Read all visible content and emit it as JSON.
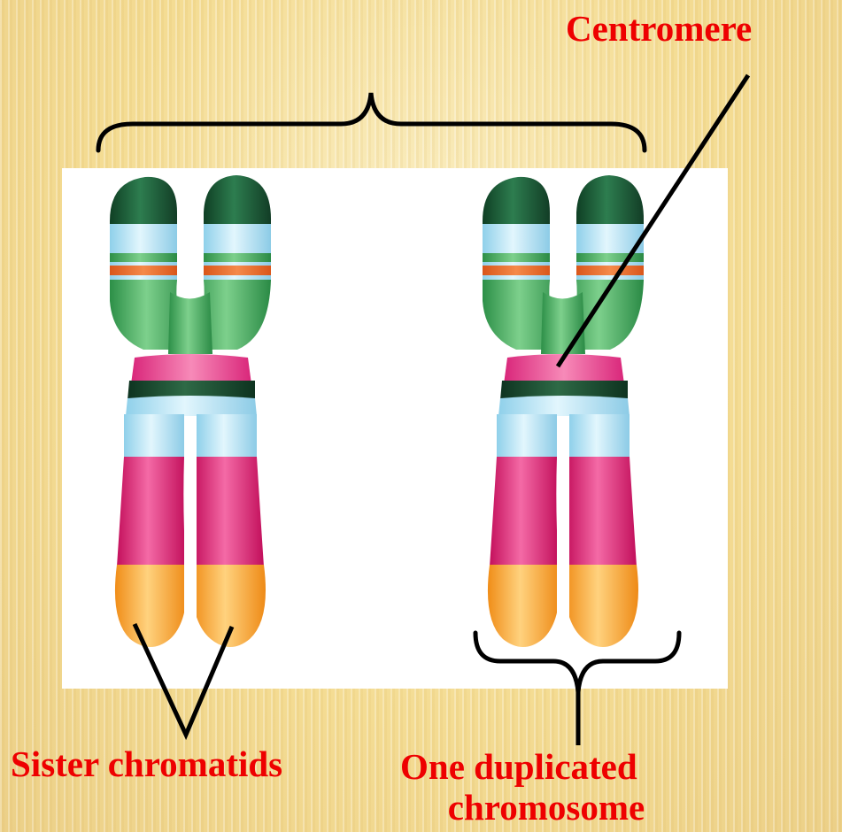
{
  "labels": {
    "centromere": "Centromere",
    "sister_chromatids": "Sister chromatids",
    "duplicated_line1": "One duplicated",
    "duplicated_line2": "chromosome"
  },
  "colors": {
    "label_red": "#ee0000",
    "tip_dark_green": "#1f5e3a",
    "light_blue": "#b9e6f7",
    "green": "#3da95a",
    "orange_band": "#f26a21",
    "magenta": "#e0156b",
    "dark_band": "#1a4a30",
    "orange_tip": "#f7a531",
    "background": "#f5e3a6",
    "panel": "#ffffff"
  }
}
